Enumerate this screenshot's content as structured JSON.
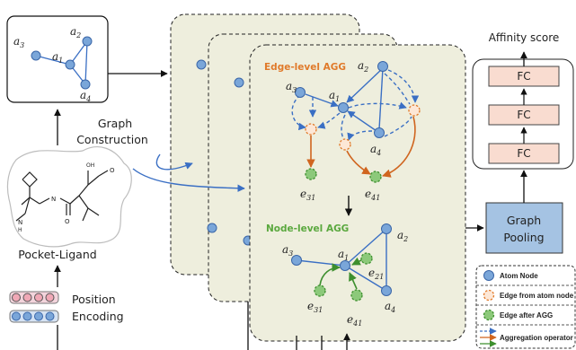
{
  "graph_box": {
    "nodes": [
      "a",
      "a",
      "a",
      "a"
    ],
    "subs": [
      "1",
      "2",
      "3",
      "4"
    ]
  },
  "graph_construction": {
    "line1": "Graph",
    "line2": "Construction"
  },
  "pocket_ligand": {
    "label": "Pocket-Ligand",
    "atom_labels": [
      "OH",
      "O",
      "N",
      "N",
      "O",
      "H"
    ]
  },
  "position_encoding": {
    "line1": "Position",
    "line2": "Encoding"
  },
  "edge_level": {
    "title": "Edge-level AGG",
    "node_subs": [
      "1",
      "2",
      "3",
      "4"
    ],
    "edge_subs": [
      "31",
      "41"
    ]
  },
  "node_level": {
    "title": "Node-level  AGG",
    "node_subs": [
      "1",
      "2",
      "3",
      "4"
    ],
    "edge_subs": [
      "21",
      "31",
      "41"
    ]
  },
  "node_symbol": "a",
  "edge_symbol": "e",
  "graph_pooling": {
    "line1": "Graph",
    "line2": "Pooling"
  },
  "affinity": {
    "title": "Affinity score",
    "fc_labels": [
      "FC",
      "FC",
      "FC"
    ]
  },
  "legend": {
    "items": [
      "Atom Node",
      "Edge from atom node",
      "Edge after AGG",
      "Aggregation operator"
    ]
  },
  "colors": {
    "atom": "#7aa6d9",
    "atom_stroke": "#3a66a8",
    "edge_node": "#e07a2a",
    "agg_node": "#8cc97a",
    "agg_stroke": "#3d8f2e",
    "edge_line": "#3a6fc4",
    "orange_arrow": "#d0651f",
    "green_arrow": "#3d8f2e",
    "panel": "#eeeedd",
    "fc": "#f9dcd0",
    "pool": "#a5c3e3",
    "edge_title": "#e07a2a",
    "node_title": "#5aa83e"
  }
}
